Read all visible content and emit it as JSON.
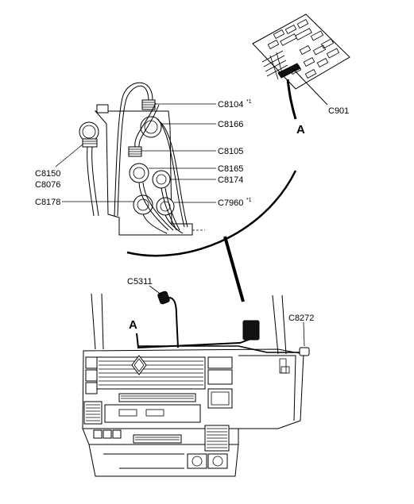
{
  "labels": {
    "c8104": "C8104",
    "c8104_note": "*1",
    "c8166": "C8166",
    "c8105": "C8105",
    "c8165": "C8165",
    "c8174": "C8174",
    "c7960": "C7960",
    "c7960_note": "*1",
    "c8150": "C8150",
    "c8076": "C8076",
    "c8178": "C8178",
    "c901": "C901",
    "a_top": "A",
    "a_bottom": "A",
    "c5311": "C5311",
    "c8272": "C8272"
  }
}
